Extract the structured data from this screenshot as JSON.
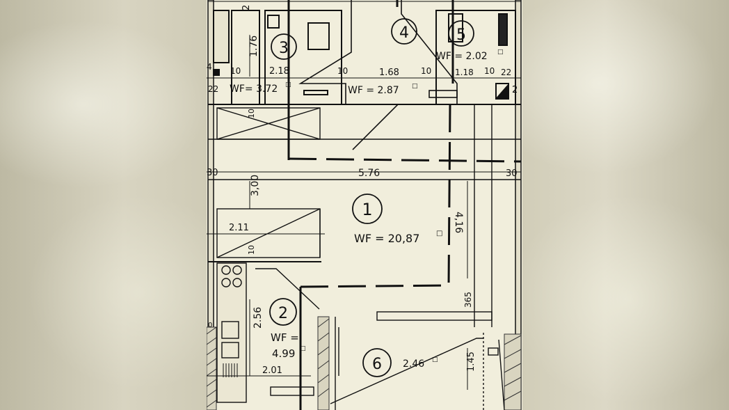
{
  "rooms": [
    {
      "number": "1",
      "area": "WF = 20,87",
      "unit": "□"
    },
    {
      "number": "2",
      "area_line1": "WF =",
      "area_line2": "4.99",
      "unit": "□"
    },
    {
      "number": "3",
      "area": "WF= 3.72",
      "unit": "□"
    },
    {
      "number": "4",
      "area": "WF = 2.87",
      "unit": "□"
    },
    {
      "number": "5",
      "area": "WF = 2.02",
      "unit": "□"
    },
    {
      "number": "6",
      "area": "2.46",
      "unit": "□"
    }
  ],
  "dimensions": {
    "d_2_top": "2",
    "d_1_76": "1.76",
    "d_4": "4",
    "d_10a": "10",
    "d_2_18": "2.18",
    "d_10b": "10",
    "d_1_68": "1.68",
    "d_10c": "10",
    "d_1_18": "1.18",
    "d_10d": "10",
    "d_22a": "22",
    "d_22b": "22",
    "d_2_right": "2",
    "d_10e": "10",
    "d_30_left": "30",
    "d_5_76": "5.76",
    "d_30_right": "30",
    "d_3_00": "3,00",
    "d_4_16": "4,16",
    "d_2_11": "2.11",
    "d_10f": "10",
    "d_365": "365",
    "d_2_56": "2.56",
    "d_0": "0",
    "d_1_45": "1.45",
    "d_2_01": "2.01"
  }
}
